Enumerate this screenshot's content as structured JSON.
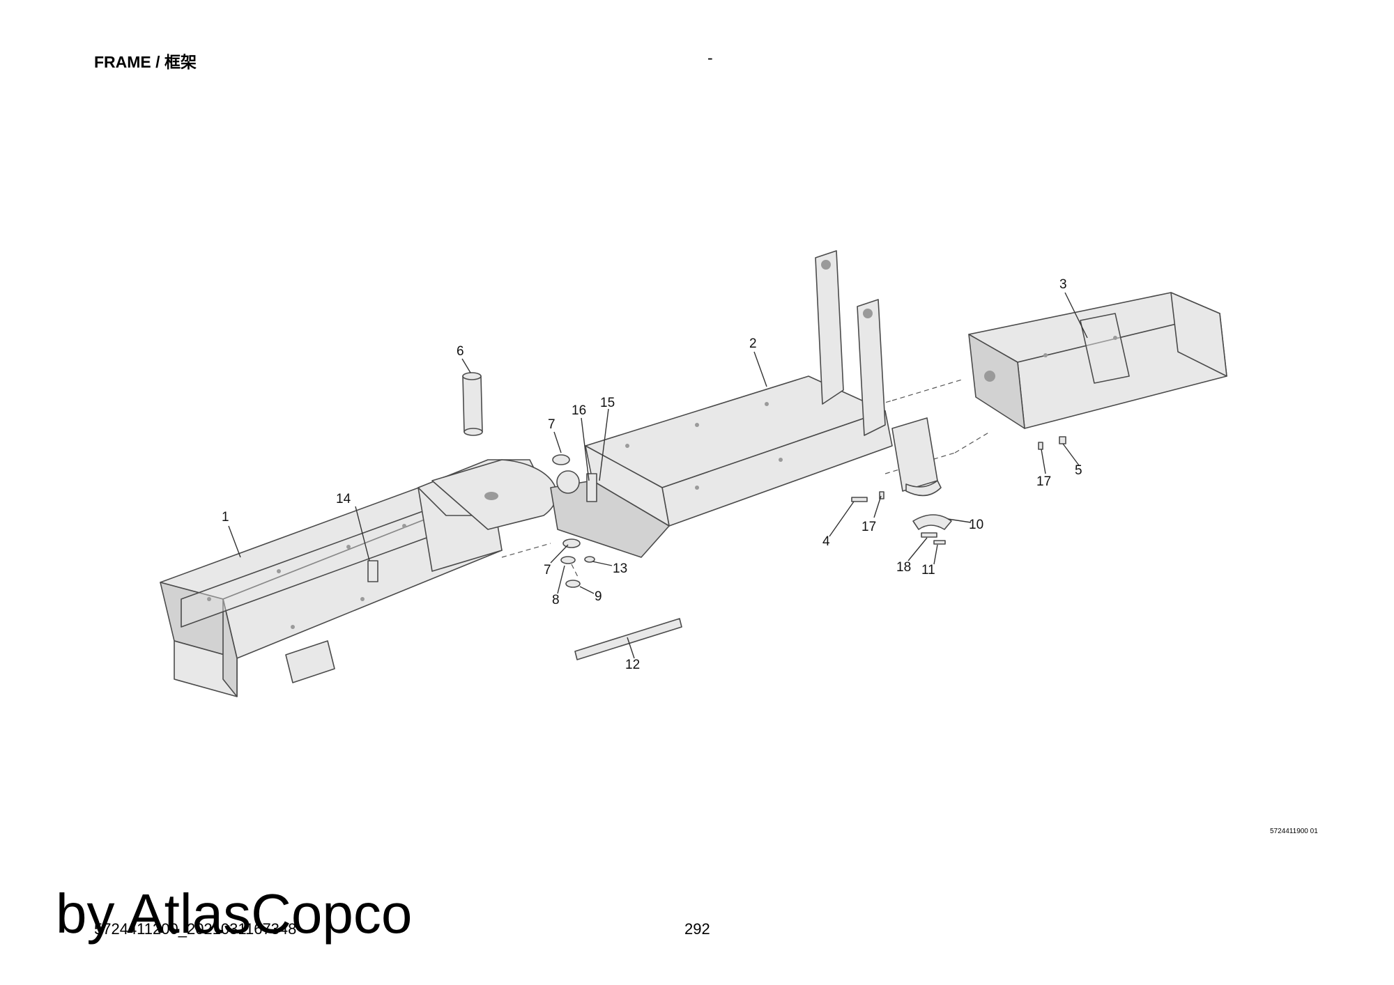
{
  "header": {
    "title": "FRAME / 框架",
    "dash": "-"
  },
  "diagram": {
    "callouts": [
      "1",
      "2",
      "3",
      "4",
      "5",
      "6",
      "7",
      "7",
      "8",
      "9",
      "10",
      "11",
      "12",
      "13",
      "14",
      "15",
      "16",
      "17",
      "17",
      "18"
    ]
  },
  "footer": {
    "reference_code": "5724411900 01",
    "document_id": "5724411200_2021031167348",
    "page_number": "292",
    "watermark": "by AtlasCopco"
  }
}
